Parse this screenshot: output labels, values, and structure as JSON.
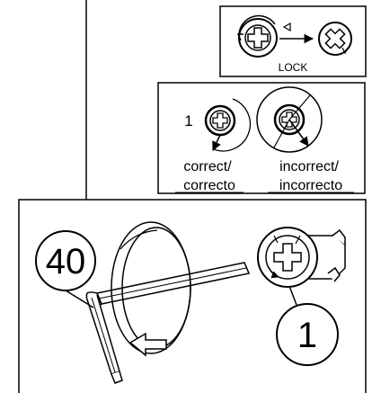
{
  "lock_panel": {
    "label": "LOCK"
  },
  "direction_panel": {
    "step_number": "1",
    "correct_label_en": "correct/",
    "correct_label_es": "correcto",
    "incorrect_label_en": "incorrect/",
    "incorrect_label_es": "incorrecto"
  },
  "main_panel": {
    "tool_callout": "40",
    "part_callout": "1"
  },
  "colors": {
    "line": "#000000",
    "background": "#ffffff"
  }
}
